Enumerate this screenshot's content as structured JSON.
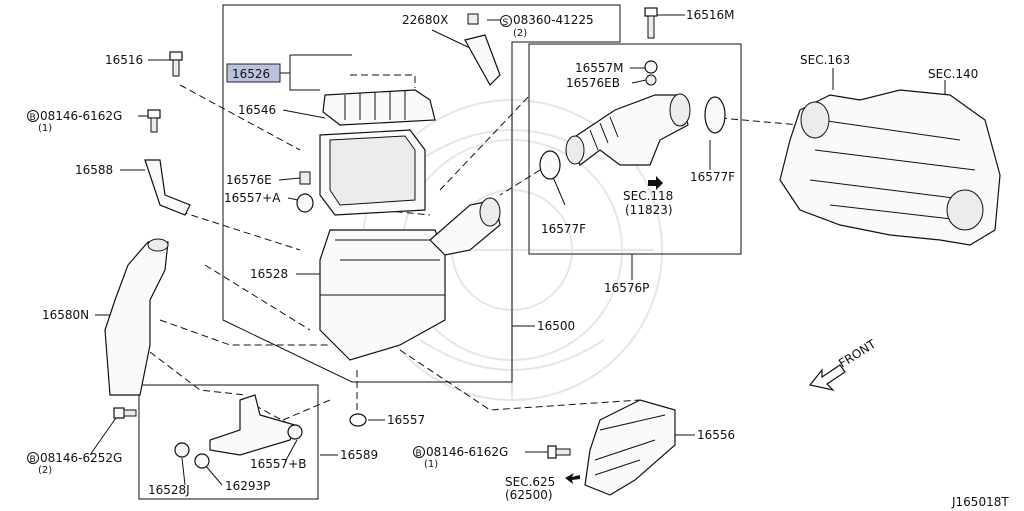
{
  "colors": {
    "line": "#111111",
    "highlight": "#b9c3e0",
    "background": "#ffffff"
  },
  "labels": {
    "p22680x": "22680X",
    "p08360": "08360-41225",
    "p08360_qty": "(2)",
    "p16516m": "16516M",
    "p16516": "16516",
    "p16526": "16526",
    "p08146_6162g_a": "08146-6162G",
    "p08146_6162g_a_qty": "(1)",
    "p16546": "16546",
    "p16557m": "16557M",
    "p16576eb": "16576EB",
    "p16588": "16588",
    "p16576e": "16576E",
    "p16557a": "16557+A",
    "p16528": "16528",
    "p16580n": "16580N",
    "p16500": "16500",
    "sec118": "SEC.118",
    "sec118_sub": "(11823)",
    "p16577f_a": "16577F",
    "p16577f_b": "16577F",
    "p16576p": "16576P",
    "sec163": "SEC.163",
    "sec140": "SEC.140",
    "front": "FRONT",
    "p16557": "16557",
    "p16556": "16556",
    "p08146_6252g": "08146-6252G",
    "p08146_6252g_qty": "(2)",
    "p16589": "16589",
    "p16557b": "16557+B",
    "p16528j": "16528J",
    "p16293p": "16293P",
    "p08146_6162g_b": "08146-6162G",
    "p08146_6162g_b_qty": "(1)",
    "sec625": "SEC.625",
    "sec625_sub": "(62500)",
    "diagram_id": "J165018T"
  }
}
